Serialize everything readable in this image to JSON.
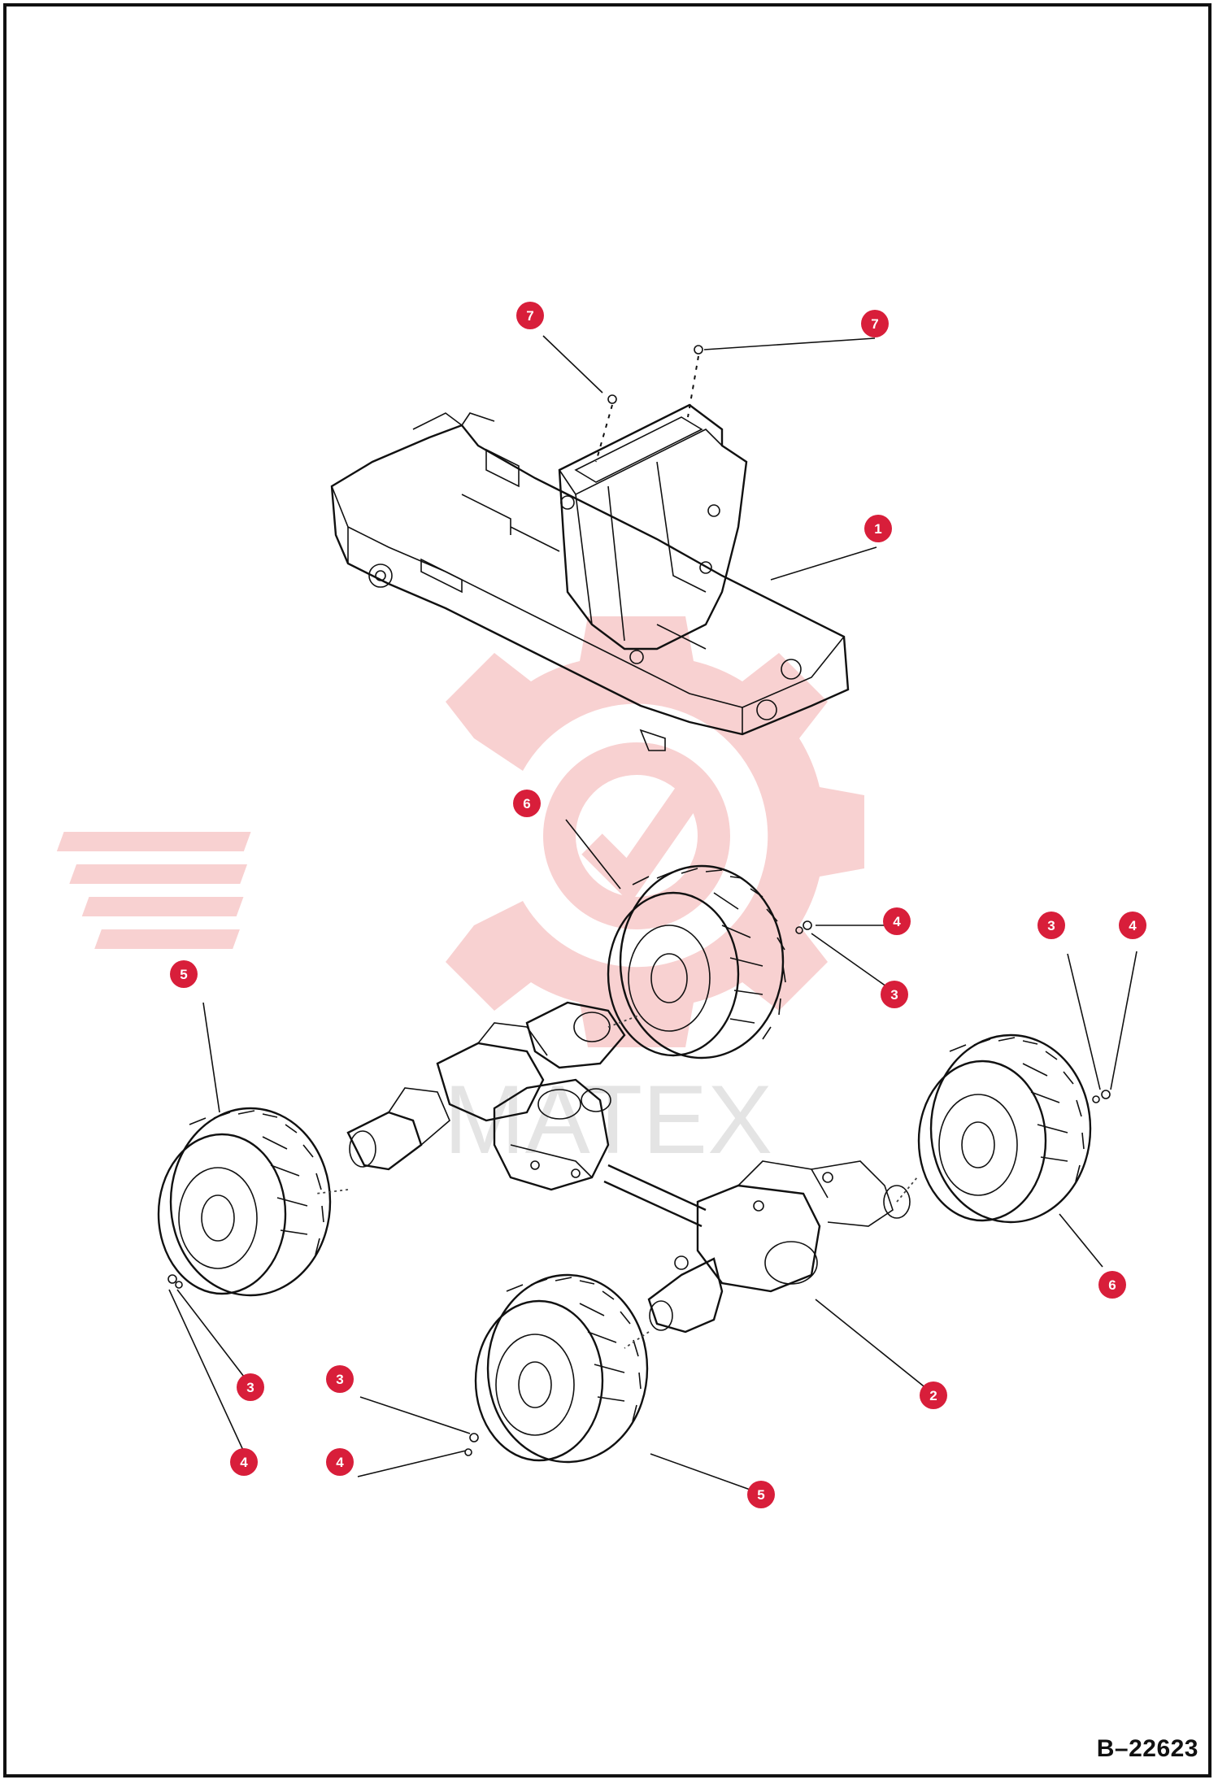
{
  "figure": {
    "reference": "B–22623"
  },
  "watermark": {
    "text": "MATEX",
    "color": "#f08080"
  },
  "callouts": [
    {
      "id": "callout-7-left",
      "number": "7"
    },
    {
      "id": "callout-7-right",
      "number": "7"
    },
    {
      "id": "callout-1",
      "number": "1"
    },
    {
      "id": "callout-6-top",
      "number": "6"
    },
    {
      "id": "callout-4-mid",
      "number": "4"
    },
    {
      "id": "callout-3-mid",
      "number": "3"
    },
    {
      "id": "callout-3-right",
      "number": "3"
    },
    {
      "id": "callout-4-right",
      "number": "4"
    },
    {
      "id": "callout-5-left",
      "number": "5"
    },
    {
      "id": "callout-6-right",
      "number": "6"
    },
    {
      "id": "callout-3-left",
      "number": "3"
    },
    {
      "id": "callout-4-left",
      "number": "4"
    },
    {
      "id": "callout-3-bottom",
      "number": "3"
    },
    {
      "id": "callout-4-bottom",
      "number": "4"
    },
    {
      "id": "callout-2",
      "number": "2"
    },
    {
      "id": "callout-5-bottom",
      "number": "5"
    }
  ],
  "colors": {
    "callout_fill": "#d81e3a",
    "callout_text": "#ffffff",
    "line": "#111111"
  }
}
